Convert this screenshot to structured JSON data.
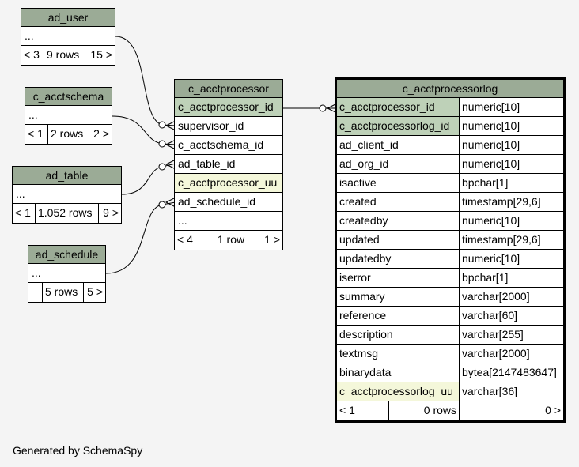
{
  "tables": {
    "ad_user": {
      "name": "ad_user",
      "ellipsis": "...",
      "nav": [
        "< 3",
        "9 rows",
        "15 >"
      ]
    },
    "c_acctschema": {
      "name": "c_acctschema",
      "ellipsis": "...",
      "nav": [
        "< 1",
        "2 rows",
        "2 >"
      ]
    },
    "ad_table": {
      "name": "ad_table",
      "ellipsis": "...",
      "nav": [
        "< 1",
        "1.052 rows",
        "9 >"
      ]
    },
    "ad_schedule": {
      "name": "ad_schedule",
      "ellipsis": "...",
      "nav": [
        "",
        "5 rows",
        "5 >"
      ]
    },
    "c_acctprocessor": {
      "name": "c_acctprocessor",
      "columns": [
        "c_acctprocessor_id",
        "supervisor_id",
        "c_acctschema_id",
        "ad_table_id",
        "c_acctprocessor_uu",
        "ad_schedule_id"
      ],
      "ellipsis": "...",
      "nav": [
        "< 4",
        "1 row",
        "1 >"
      ]
    },
    "c_acctprocessorlog": {
      "name": "c_acctprocessorlog",
      "columns": [
        {
          "name": "c_acctprocessor_id",
          "type": "numeric[10]"
        },
        {
          "name": "c_acctprocessorlog_id",
          "type": "numeric[10]"
        },
        {
          "name": "ad_client_id",
          "type": "numeric[10]"
        },
        {
          "name": "ad_org_id",
          "type": "numeric[10]"
        },
        {
          "name": "isactive",
          "type": "bpchar[1]"
        },
        {
          "name": "created",
          "type": "timestamp[29,6]"
        },
        {
          "name": "createdby",
          "type": "numeric[10]"
        },
        {
          "name": "updated",
          "type": "timestamp[29,6]"
        },
        {
          "name": "updatedby",
          "type": "numeric[10]"
        },
        {
          "name": "iserror",
          "type": "bpchar[1]"
        },
        {
          "name": "summary",
          "type": "varchar[2000]"
        },
        {
          "name": "reference",
          "type": "varchar[60]"
        },
        {
          "name": "description",
          "type": "varchar[255]"
        },
        {
          "name": "textmsg",
          "type": "varchar[2000]"
        },
        {
          "name": "binarydata",
          "type": "bytea[2147483647]"
        },
        {
          "name": "c_acctprocessorlog_uu",
          "type": "varchar[36]"
        }
      ],
      "nav": [
        "< 1",
        "0 rows",
        "0 >"
      ]
    }
  },
  "colors": {
    "header": "#9bab96",
    "primary_key": "#bed1b8",
    "unique_key": "#f4f7da",
    "background": "#f4f4f4"
  },
  "footer": "Generated by SchemaSpy"
}
